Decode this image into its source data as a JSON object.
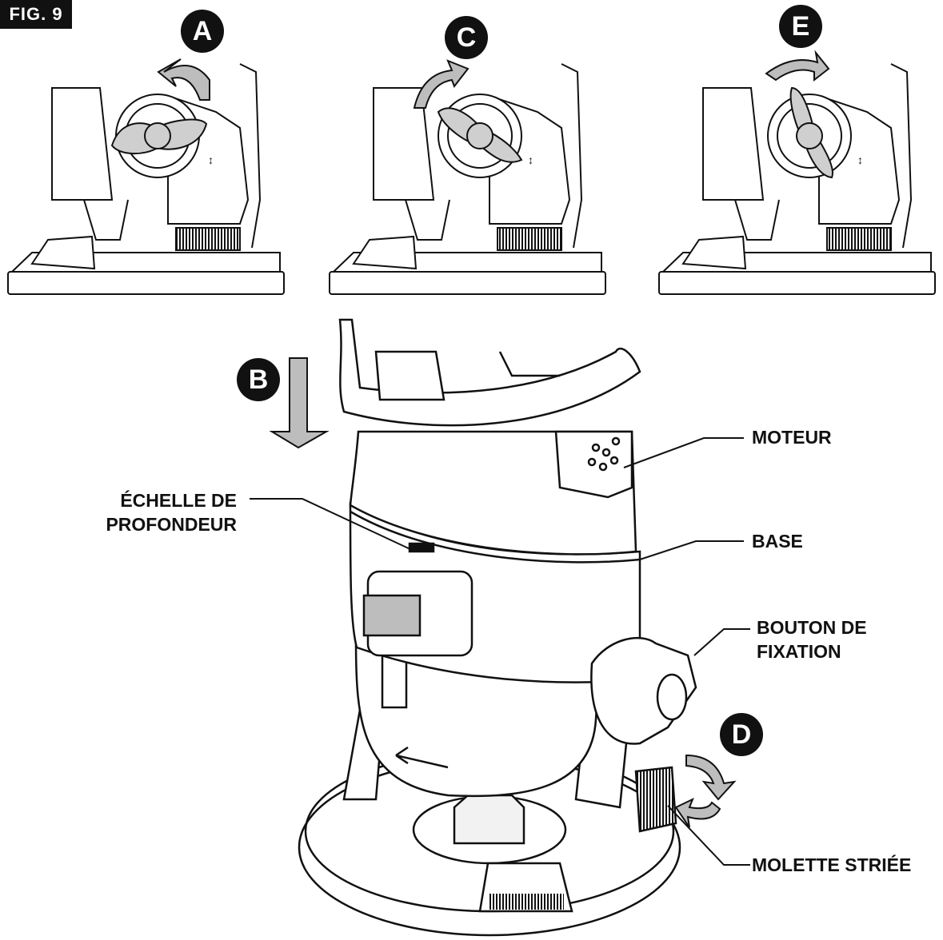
{
  "figure": {
    "tag": "FIG. 9"
  },
  "steps": {
    "a": "A",
    "b": "B",
    "c": "C",
    "d": "D",
    "e": "E"
  },
  "callouts": {
    "moteur": "MOTEUR",
    "echelle_line1": "ÉCHELLE DE",
    "echelle_line2": "PROFONDEUR",
    "base": "BASE",
    "bouton_line1": "BOUTON DE",
    "bouton_line2": "FIXATION",
    "molette": "MOLETTE STRIÉE"
  }
}
